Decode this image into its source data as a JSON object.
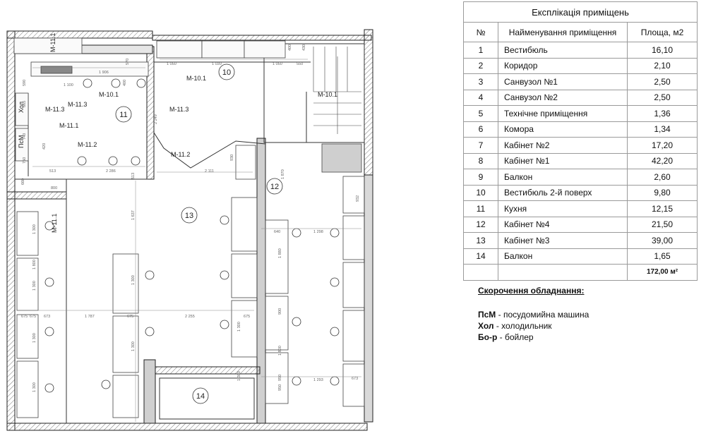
{
  "explication": {
    "title": "Експлікація приміщень",
    "headers": {
      "no": "№",
      "name": "Найменування приміщення",
      "area": "Площа, м2"
    },
    "rows": [
      {
        "no": "1",
        "name": "Вестибюль",
        "area": "16,10"
      },
      {
        "no": "2",
        "name": "Коридор",
        "area": "2,10"
      },
      {
        "no": "3",
        "name": "Санвузол №1",
        "area": "2,50"
      },
      {
        "no": "4",
        "name": "Санвузол №2",
        "area": "2,50"
      },
      {
        "no": "5",
        "name": "Технічне приміщення",
        "area": "1,36"
      },
      {
        "no": "6",
        "name": "Комора",
        "area": "1,34"
      },
      {
        "no": "7",
        "name": "Кабінет №2",
        "area": "17,20"
      },
      {
        "no": "8",
        "name": "Кабінет №1",
        "area": "42,20"
      },
      {
        "no": "9",
        "name": "Балкон",
        "area": "2,60"
      },
      {
        "no": "10",
        "name": "Вестибюль 2-й поверх",
        "area": "9,80"
      },
      {
        "no": "11",
        "name": "Кухня",
        "area": "12,15"
      },
      {
        "no": "12",
        "name": "Кабінет №4",
        "area": "21,50"
      },
      {
        "no": "13",
        "name": "Кабінет №3",
        "area": "39,00"
      },
      {
        "no": "14",
        "name": "Балкон",
        "area": "1,65"
      }
    ],
    "total": "172,00 м²"
  },
  "legend": {
    "title": "Скорочення обладнання:",
    "items": [
      {
        "abbr": "ПсМ",
        "text": " - посудомийна машина"
      },
      {
        "abbr": "Хол",
        "text": " - холодильник"
      },
      {
        "abbr": "Бо-р",
        "text": " - бойлер"
      }
    ]
  },
  "plan": {
    "rooms": [
      {
        "label": "10",
        "name": "room-10-number"
      },
      {
        "label": "11",
        "name": "room-11-number"
      },
      {
        "label": "12",
        "name": "room-12-number"
      },
      {
        "label": "13",
        "name": "room-13-number"
      },
      {
        "label": "14",
        "name": "room-14-number"
      }
    ],
    "tags": [
      "М-11.1",
      "М-10.1",
      "М-10.1",
      "М-11.3",
      "М-11.3",
      "М-11.3",
      "М-11.1",
      "М-11.2",
      "М-11.2",
      "М-10.1",
      "М-11.1"
    ],
    "equipment": [
      "Хол",
      "ПсМ"
    ],
    "dimensions": [
      "1 906",
      "570",
      "1 050",
      "1 030",
      "1 050",
      "550",
      "430",
      "400",
      "1 100",
      "2 249",
      "2 286",
      "513",
      "513",
      "800",
      "2 111",
      "930",
      "1 870",
      "1 300",
      "1 637",
      "1 300",
      "675",
      "1 787",
      "675",
      "2 255",
      "1 300",
      "640",
      "1 298",
      "1 880",
      "1 293",
      "950",
      "932",
      "673",
      "1 300",
      "1 800",
      "673",
      "1 300",
      "1 300",
      "900",
      "1 800",
      "675",
      "1 300",
      "950",
      "675",
      "1 300",
      "665",
      "420",
      "740",
      "750",
      "660",
      "590",
      "400"
    ]
  }
}
